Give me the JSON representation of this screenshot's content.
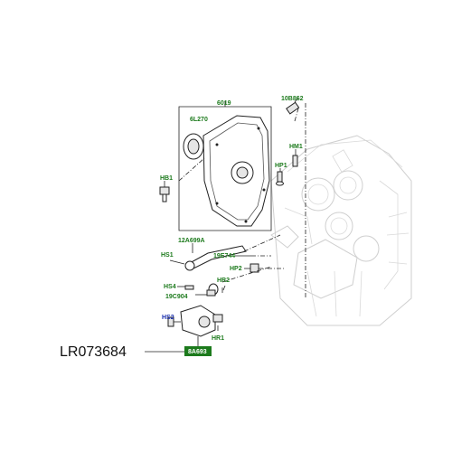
{
  "part_number": "LR073684",
  "highlight_tag": "8A693",
  "callouts": {
    "c6019": "6019",
    "c10b862": "10B862",
    "c6l270": "6L270",
    "chm1": "HM1",
    "chp1": "HP1",
    "chb1": "HB1",
    "c12a699a": "12A699A",
    "chs1": "HS1",
    "c19e744": "19E744",
    "chp2": "HP2",
    "chr2": "HR2",
    "chs4": "HS4",
    "c19c904": "19C904",
    "chs2": "HS2",
    "chr1": "HR1"
  },
  "colors": {
    "callout_green": "#1c7a1c",
    "callout_blue": "#1a2fb0",
    "tag_background": "#1c7a1c",
    "engine_lines": "#cfcfcf"
  }
}
